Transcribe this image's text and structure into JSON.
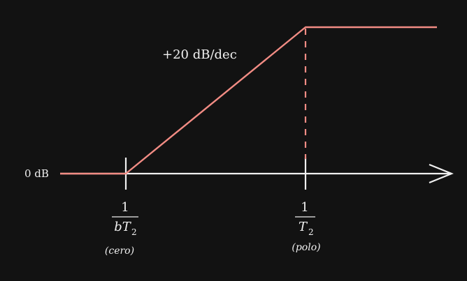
{
  "colors": {
    "background": "#121212",
    "axis": "#f0f0f0",
    "curve": "#f28c84",
    "text": "#f0f0f0"
  },
  "labels": {
    "zero_db": "0 dB",
    "slope": "+20 dB/dec",
    "numerator_one": "1",
    "zero_denominator_var": "bT",
    "pole_denominator_var": "T",
    "subscript_two": "2",
    "zero_caption": "(cero)",
    "pole_caption": "(polo)"
  }
}
